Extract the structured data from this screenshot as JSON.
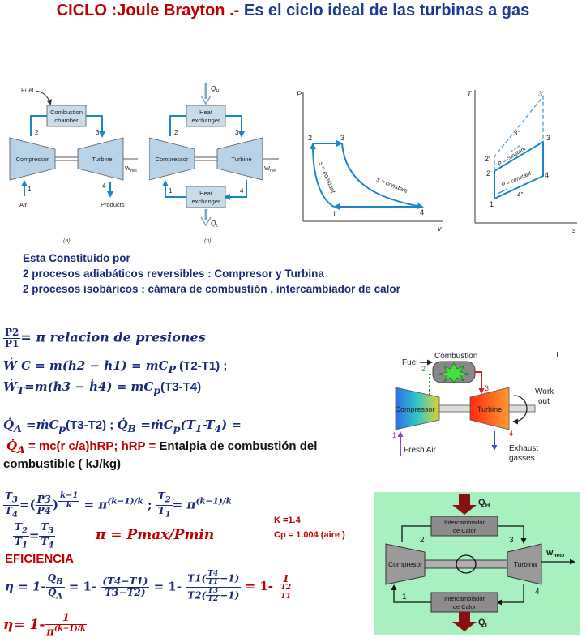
{
  "header": {
    "title_red": "CICLO :Joule Brayton .-",
    "title_blue": "Es el ciclo ideal de las turbinas a gas"
  },
  "diagram_a": {
    "fuel": "Fuel",
    "chamber1": "Combustion",
    "chamber2": "chamber",
    "compressor": "Compressor",
    "turbine": "Turbine",
    "wnet": "W",
    "wnet_sub": "net",
    "air": "Air",
    "products": "Products",
    "n1": "1",
    "n2": "2",
    "n3": "3",
    "n4": "4",
    "caption": "(a)"
  },
  "diagram_b": {
    "qh": "Q",
    "qh_sub": "H",
    "hx1a": "Heat",
    "hx1b": "exchanger",
    "compressor": "Compressor",
    "turbine": "Turbine",
    "wnet": "W",
    "wnet_sub": "net",
    "hx2a": "Heat",
    "hx2b": "exchanger",
    "ql": "Q",
    "ql_sub": "L",
    "n1": "1",
    "n2": "2",
    "n3": "3",
    "n4": "4",
    "caption": "(b)"
  },
  "pv": {
    "p": "P",
    "v": "v",
    "s1": "s = constant",
    "s2": "s = constant",
    "n1": "1",
    "n2": "2",
    "n3": "3",
    "n4": "4"
  },
  "ts": {
    "t": "T",
    "s": "s",
    "p1": "P = constant",
    "p2": "P = constant",
    "n1": "1",
    "n2": "2",
    "n2p": "2'",
    "n3": "3",
    "n3p": "3'",
    "n3pp": "3''",
    "n4": "4",
    "n4pp": "4''"
  },
  "description": {
    "line1": "Esta Constituido por",
    "line2": "2 procesos adiabáticos reversibles : Compresor y Turbina",
    "line3": "2 procesos isobáricos : cámara de combustión , intercambiador de calor"
  },
  "equations": {
    "ratio_num": "P2",
    "ratio_den": "P1",
    "ratio_text": "= π  relacion de presiones",
    "wc": "Ẇ C = m(h2 − h1) = mC",
    "wc_sub": "P",
    "wc_tail": " (T2-T1) ;",
    "wt": "Ẇ",
    "wt_sub": "T",
    "wt_mid": "=m(h3 − ḣ4) =  mC",
    "wt_sub2": "p",
    "wt_tail": "(T3-T4)",
    "qa": "Q̇",
    "qa_sub": "A",
    "qa_mid": " =ṁC",
    "qa_sub2": "p",
    "qa_tail": "(T3-T2) ; ",
    "qb": "Q̇",
    "qb_sub": "B",
    "qb_mid": " =ṁC",
    "qb_sub2": "p",
    "qb_tail": "(T",
    "qb_t1": "1",
    "qb_dash": "-T",
    "qb_t4": "4",
    "qb_end": ") =",
    "qa2_red": "Q̇",
    "qa2_sub": "A",
    "qa2_text": " = mc(r c/a)hRP; hRP = ",
    "qa2_black": "Entalpia de combustión del",
    "qa2_black2": "combustible ( kJ/kg)",
    "t3_num": "T",
    "t3_num_sub": "3",
    "t4_den": "T",
    "t4_den_sub": "4",
    "eq_open": "=(",
    "p3": "P3",
    "p4": "P4",
    "exp_num": "k−1",
    "exp_den": "k",
    "pi_part": " = π",
    "pi_exp": "(k−1)/k",
    "semi": " ; ",
    "t2": "T",
    "t2_sub": "2",
    "t1": "T",
    "t1_sub": "1",
    "pi_part2": "= π",
    "pi_exp2": "(k−1)/k",
    "pi_def": "π = Pmax/Pmin",
    "k_value": "K =1.4",
    "cp_value": "Cp = 1.004  (aire )",
    "eficiencia": "EFICIENCIA",
    "eta_start": "η = 1-",
    "qb_eta": "Q",
    "qb_eta_sub": "B",
    "qa_eta": "Q",
    "qa_eta_sub": "A",
    "eta_mid1": " = 1- ",
    "f1_num": "(T4−T1)",
    "f1_den": "T3−T2)",
    "eta_mid2": " = 1- ",
    "f2_num_a": "T1(",
    "f2_num_b": "−1)",
    "f2_den_a": "T2(",
    "f2_den_b": "−1)",
    "t4s": "T4",
    "t1s": "T1",
    "t3s": "T3",
    "t2s": "T2",
    "eta_mid3": " = 1- ",
    "f3_num": "1",
    "f3_den_num": "T2",
    "f3_den_den": "T1",
    "eta_final": "η= 1-",
    "eta_final_num": "1",
    "eta_final_den": "π",
    "eta_final_exp": "(k−1)/k"
  },
  "color_diagram": {
    "fuel": "Fuel",
    "combustion": "Combustion",
    "compressor": "Compressor",
    "turbine": "Turbine",
    "work1": "Work",
    "work2": "out",
    "fresh_air": "Fresh Air",
    "exhaust1": "Exhaust",
    "exhaust2": "gasses",
    "n1": "1",
    "n2": "2",
    "n3": "3",
    "n4": "4"
  },
  "green_diagram": {
    "qh": "Q",
    "qh_sub": "H",
    "hx1a": "Intercambiador",
    "hx1b": "de Calor",
    "compresor": "Compresor",
    "turbina": "Turbina",
    "wneto": "W",
    "wneto_sub": "neto",
    "hx2a": "Intercambiador",
    "hx2b": "de Calor",
    "ql": "Q",
    "ql_sub": "L",
    "n1": "1",
    "n2": "2",
    "n3": "3",
    "n4": "4"
  }
}
